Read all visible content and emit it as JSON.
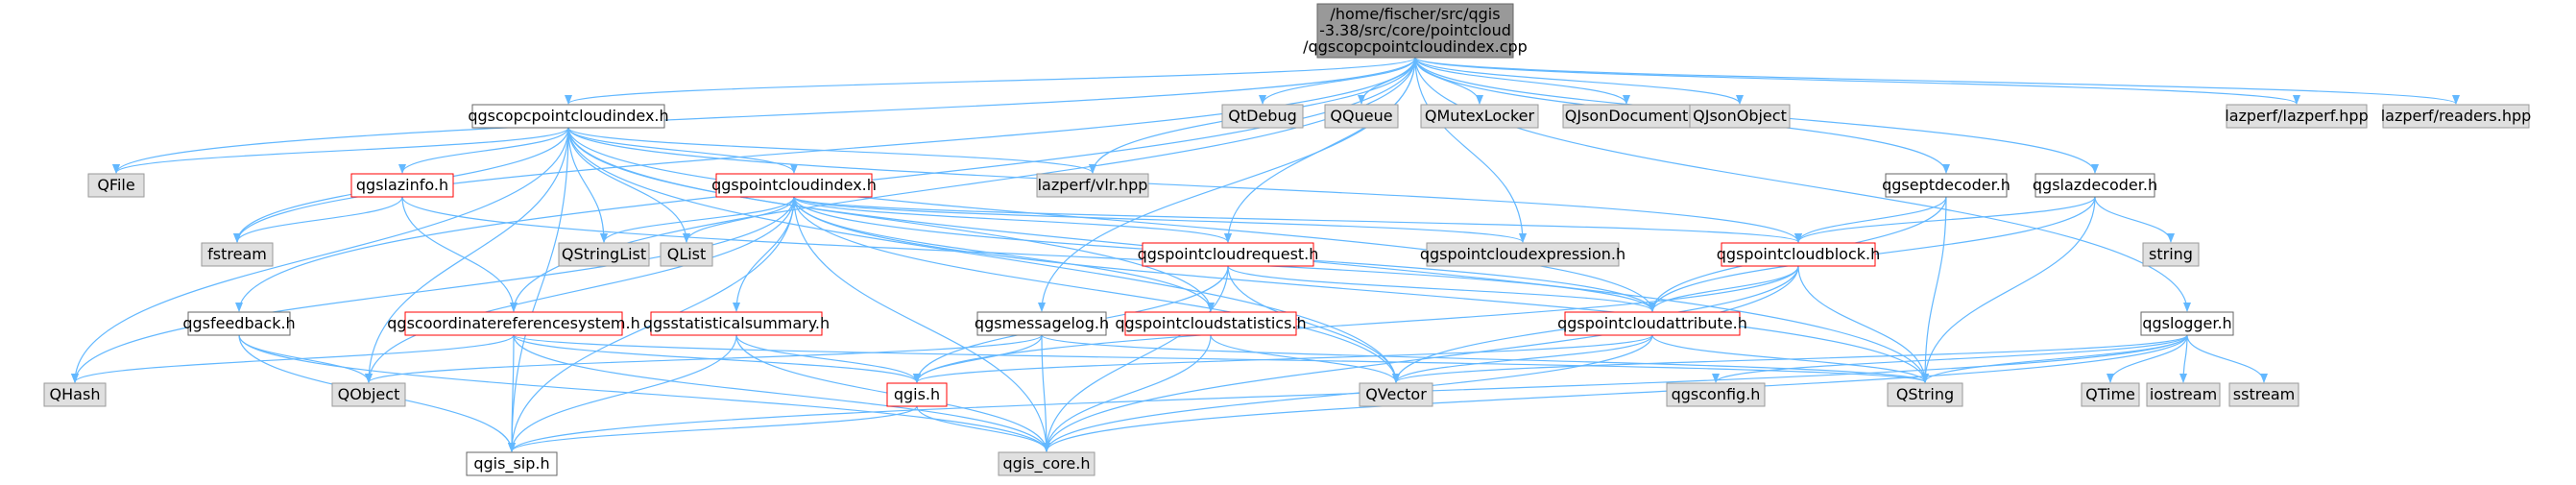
{
  "colors": {
    "edge": "#63B8FF",
    "root_fill": "#999999",
    "system_fill": "#E0E0E0",
    "system_border": "#999999",
    "local_fill": "#FFFFFF",
    "local_border": "#666666",
    "trunc_border": "#FF0000"
  },
  "nodes": {
    "root": {
      "lines": [
        "/home/fischer/src/qgis",
        "-3.38/src/core/pointcloud",
        "/qgscopcpointcloudindex.cpp"
      ],
      "kind": "root"
    },
    "copcindex_h": {
      "lines": [
        "qgscopcpointcloudindex.h"
      ],
      "kind": "local"
    },
    "qtdebug": {
      "lines": [
        "QtDebug"
      ],
      "kind": "system"
    },
    "qqueue": {
      "lines": [
        "QQueue"
      ],
      "kind": "system"
    },
    "qmutexlocker": {
      "lines": [
        "QMutexLocker"
      ],
      "kind": "system"
    },
    "qjsondocument": {
      "lines": [
        "QJsonDocument"
      ],
      "kind": "system"
    },
    "qjsonobject": {
      "lines": [
        "QJsonObject"
      ],
      "kind": "system"
    },
    "lazperf_h": {
      "lines": [
        "lazperf/lazperf.hpp"
      ],
      "kind": "system"
    },
    "readers_h": {
      "lines": [
        "lazperf/readers.hpp"
      ],
      "kind": "system"
    },
    "qfile": {
      "lines": [
        "QFile"
      ],
      "kind": "system"
    },
    "qgslazinfo": {
      "lines": [
        "qgslazinfo.h"
      ],
      "kind": "truncated"
    },
    "qgspointcloudindex": {
      "lines": [
        "qgspointcloudindex.h"
      ],
      "kind": "truncated"
    },
    "vlr": {
      "lines": [
        "lazperf/vlr.hpp"
      ],
      "kind": "system"
    },
    "qgseptdecoder": {
      "lines": [
        "qgseptdecoder.h"
      ],
      "kind": "local"
    },
    "qgslazdecoder": {
      "lines": [
        "qgslazdecoder.h"
      ],
      "kind": "local"
    },
    "fstream": {
      "lines": [
        "fstream"
      ],
      "kind": "system"
    },
    "qstringlist": {
      "lines": [
        "QStringList"
      ],
      "kind": "system"
    },
    "qlist": {
      "lines": [
        "QList"
      ],
      "kind": "system"
    },
    "qgspointcloudrequest": {
      "lines": [
        "qgspointcloudrequest.h"
      ],
      "kind": "truncated"
    },
    "qgspointcloudexpression": {
      "lines": [
        "qgspointcloudexpression.h"
      ],
      "kind": "system"
    },
    "qgspointcloudblock": {
      "lines": [
        "qgspointcloudblock.h"
      ],
      "kind": "truncated"
    },
    "string": {
      "lines": [
        "string"
      ],
      "kind": "system"
    },
    "qgsfeedback": {
      "lines": [
        "qgsfeedback.h"
      ],
      "kind": "local"
    },
    "qgscoordinatereferencesystem": {
      "lines": [
        "qgscoordinatereferencesystem.h"
      ],
      "kind": "truncated"
    },
    "qgsstatisticalsummary": {
      "lines": [
        "qgsstatisticalsummary.h"
      ],
      "kind": "truncated"
    },
    "qgsmessagelog": {
      "lines": [
        "qgsmessagelog.h"
      ],
      "kind": "local"
    },
    "qgspointcloudstatistics": {
      "lines": [
        "qgspointcloudstatistics.h"
      ],
      "kind": "truncated"
    },
    "qgspointcloudattribute": {
      "lines": [
        "qgspointcloudattribute.h"
      ],
      "kind": "truncated"
    },
    "qgslogger": {
      "lines": [
        "qgslogger.h"
      ],
      "kind": "local"
    },
    "qhash": {
      "lines": [
        "QHash"
      ],
      "kind": "system"
    },
    "qobject": {
      "lines": [
        "QObject"
      ],
      "kind": "system"
    },
    "qgis_h": {
      "lines": [
        "qgis.h"
      ],
      "kind": "truncated"
    },
    "qvector": {
      "lines": [
        "QVector"
      ],
      "kind": "system"
    },
    "qgsconfig": {
      "lines": [
        "qgsconfig.h"
      ],
      "kind": "system"
    },
    "qstring": {
      "lines": [
        "QString"
      ],
      "kind": "system"
    },
    "qtime": {
      "lines": [
        "QTime"
      ],
      "kind": "system"
    },
    "iostream": {
      "lines": [
        "iostream"
      ],
      "kind": "system"
    },
    "sstream": {
      "lines": [
        "sstream"
      ],
      "kind": "system"
    },
    "qgis_sip": {
      "lines": [
        "qgis_sip.h"
      ],
      "kind": "local"
    },
    "qgis_core": {
      "lines": [
        "qgis_core.h"
      ],
      "kind": "system"
    }
  },
  "edges": [
    [
      "root",
      "copcindex_h"
    ],
    [
      "root",
      "qtdebug"
    ],
    [
      "root",
      "qqueue"
    ],
    [
      "root",
      "qmutexlocker"
    ],
    [
      "root",
      "qjsondocument"
    ],
    [
      "root",
      "qjsonobject"
    ],
    [
      "root",
      "lazperf_h"
    ],
    [
      "root",
      "readers_h"
    ],
    [
      "root",
      "qfile"
    ],
    [
      "root",
      "vlr"
    ],
    [
      "root",
      "qgseptdecoder"
    ],
    [
      "root",
      "qgslazdecoder"
    ],
    [
      "root",
      "fstream"
    ],
    [
      "root",
      "qgspointcloudrequest"
    ],
    [
      "root",
      "qgspointcloudexpression"
    ],
    [
      "root",
      "qgsfeedback"
    ],
    [
      "root",
      "qgscoordinatereferencesystem"
    ],
    [
      "root",
      "qgsmessagelog"
    ],
    [
      "root",
      "qgslogger"
    ],
    [
      "copcindex_h",
      "qfile"
    ],
    [
      "copcindex_h",
      "qgslazinfo"
    ],
    [
      "copcindex_h",
      "qgspointcloudindex"
    ],
    [
      "copcindex_h",
      "vlr"
    ],
    [
      "copcindex_h",
      "fstream"
    ],
    [
      "copcindex_h",
      "qstringlist"
    ],
    [
      "copcindex_h",
      "qlist"
    ],
    [
      "copcindex_h",
      "qhash"
    ],
    [
      "copcindex_h",
      "qobject"
    ],
    [
      "copcindex_h",
      "qvector"
    ],
    [
      "copcindex_h",
      "qgis_sip"
    ],
    [
      "copcindex_h",
      "qgspointcloudattribute"
    ],
    [
      "copcindex_h",
      "qgspointcloudblock"
    ],
    [
      "copcindex_h",
      "qgspointcloudstatistics"
    ],
    [
      "copcindex_h",
      "qstring"
    ],
    [
      "qgslazinfo",
      "fstream"
    ],
    [
      "qgslazinfo",
      "qgscoordinatereferencesystem"
    ],
    [
      "qgslazinfo",
      "qgspointcloudattribute"
    ],
    [
      "qgspointcloudindex",
      "qstringlist"
    ],
    [
      "qgspointcloudindex",
      "qlist"
    ],
    [
      "qgspointcloudindex",
      "qgspointcloudrequest"
    ],
    [
      "qgspointcloudindex",
      "qgspointcloudexpression"
    ],
    [
      "qgspointcloudindex",
      "qgspointcloudblock"
    ],
    [
      "qgspointcloudindex",
      "qgspointcloudattribute"
    ],
    [
      "qgspointcloudindex",
      "qgsstatisticalsummary"
    ],
    [
      "qgspointcloudindex",
      "qgspointcloudstatistics"
    ],
    [
      "qgspointcloudindex",
      "qhash"
    ],
    [
      "qgspointcloudindex",
      "qobject"
    ],
    [
      "qgspointcloudindex",
      "qvector"
    ],
    [
      "qgspointcloudindex",
      "qstring"
    ],
    [
      "qgspointcloudindex",
      "qgis_core"
    ],
    [
      "qgspointcloudindex",
      "qgis_sip"
    ],
    [
      "qgseptdecoder",
      "qgspointcloudblock"
    ],
    [
      "qgseptdecoder",
      "qgspointcloudattribute"
    ],
    [
      "qgseptdecoder",
      "qstring"
    ],
    [
      "qgslazdecoder",
      "qgspointcloudblock"
    ],
    [
      "qgslazdecoder",
      "qgspointcloudattribute"
    ],
    [
      "qgslazdecoder",
      "string"
    ],
    [
      "qgslazdecoder",
      "qstring"
    ],
    [
      "qgspointcloudrequest",
      "qgspointcloudattribute"
    ],
    [
      "qgspointcloudrequest",
      "qgis_h"
    ],
    [
      "qgspointcloudrequest",
      "qgis_core"
    ],
    [
      "qgspointcloudrequest",
      "qvector"
    ],
    [
      "qgspointcloudblock",
      "qgspointcloudattribute"
    ],
    [
      "qgspointcloudblock",
      "qgis_core"
    ],
    [
      "qgspointcloudblock",
      "qvector"
    ],
    [
      "qgspointcloudblock",
      "qstring"
    ],
    [
      "qgspointcloudblock",
      "qgis_h"
    ],
    [
      "qgsfeedback",
      "qobject"
    ],
    [
      "qgsfeedback",
      "qgis_core"
    ],
    [
      "qgsfeedback",
      "qgis_sip"
    ],
    [
      "qgscoordinatereferencesystem",
      "qhash"
    ],
    [
      "qgscoordinatereferencesystem",
      "qgis_h"
    ],
    [
      "qgscoordinatereferencesystem",
      "qgis_sip"
    ],
    [
      "qgscoordinatereferencesystem",
      "qgis_core"
    ],
    [
      "qgscoordinatereferencesystem",
      "qstring"
    ],
    [
      "qgsstatisticalsummary",
      "qgis_h"
    ],
    [
      "qgsstatisticalsummary",
      "qgis_core"
    ],
    [
      "qgsstatisticalsummary",
      "qgis_sip"
    ],
    [
      "qgsmessagelog",
      "qobject"
    ],
    [
      "qgsmessagelog",
      "qgis_h"
    ],
    [
      "qgsmessagelog",
      "qgis_core"
    ],
    [
      "qgsmessagelog",
      "qstring"
    ],
    [
      "qgspointcloudstatistics",
      "qgis_core"
    ],
    [
      "qgspointcloudstatistics",
      "qvector"
    ],
    [
      "qgspointcloudattribute",
      "qgis_h"
    ],
    [
      "qgspointcloudattribute",
      "qgis_core"
    ],
    [
      "qgspointcloudattribute",
      "qvector"
    ],
    [
      "qgspointcloudattribute",
      "qstring"
    ],
    [
      "qgis_h",
      "qgis_core"
    ],
    [
      "qgis_h",
      "qgis_sip"
    ],
    [
      "qgslogger",
      "qgsconfig"
    ],
    [
      "qgslogger",
      "qstring"
    ],
    [
      "qgslogger",
      "qtime"
    ],
    [
      "qgslogger",
      "iostream"
    ],
    [
      "qgslogger",
      "sstream"
    ],
    [
      "qgslogger",
      "qvector"
    ],
    [
      "qgslogger",
      "qgis_core"
    ],
    [
      "qgslogger",
      "qgis_sip"
    ]
  ]
}
